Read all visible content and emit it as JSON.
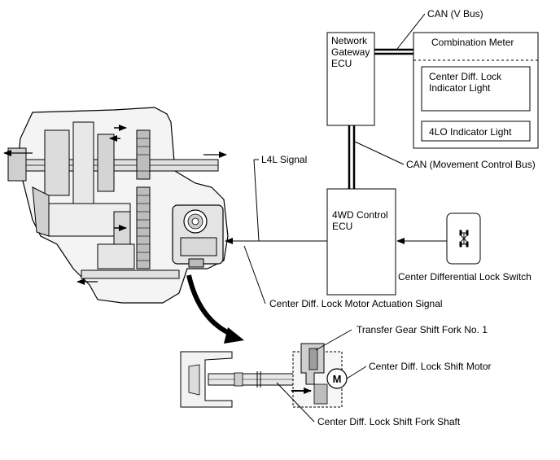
{
  "labels": {
    "can_v_bus": "CAN (V Bus)",
    "network_gateway_ecu": "Network Gateway ECU",
    "combination_meter": "Combination Meter",
    "center_diff_lock_indicator": "Center Diff. Lock Indicator Light",
    "indicator_4lo": "4LO Indicator Light",
    "can_movement_control_bus": "CAN (Movement Control Bus)",
    "l4l_signal": "L4L Signal",
    "ecu_4wd": "4WD Control ECU",
    "center_diff_lock_switch": "Center Differential Lock Switch",
    "motor_actuation_signal": "Center Diff. Lock Motor Actuation Signal",
    "shift_fork_no1": "Transfer Gear Shift Fork No. 1",
    "shift_motor": "Center Diff. Lock Shift Motor",
    "shift_fork_shaft": "Center Diff. Lock Shift Fork Shaft",
    "motor_symbol": "M"
  }
}
